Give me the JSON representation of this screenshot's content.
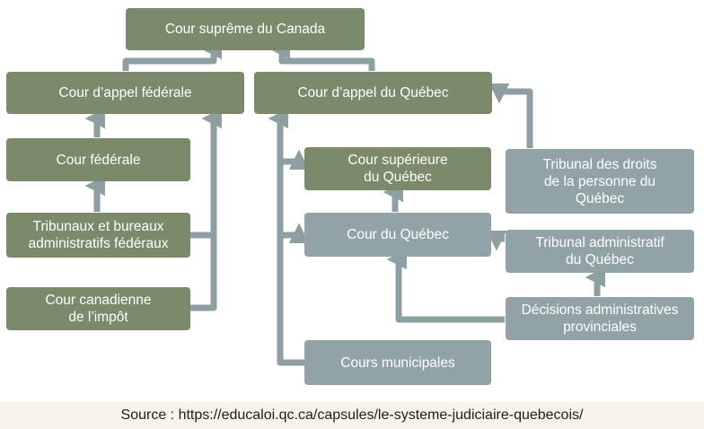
{
  "nodes": {
    "supreme": "Cour suprême du Canada",
    "federal_appeal": "Cour d’appel fédérale",
    "quebec_appeal": "Cour d’appel du Québec",
    "federal_court": "Cour fédérale",
    "superior_court": "Cour supérieure\ndu Québec",
    "rights_tribunal": "Tribunal des droits\nde la personne du\nQuébec",
    "federal_tribunals": "Tribunaux et bureaux\nadministratifs fédéraux",
    "court_of_quebec": "Cour du Québec",
    "admin_tribunal": "Tribunal administratif\ndu Québec",
    "tax_court": "Cour canadienne\nde l’impôt",
    "provincial_decisions": "Décisions administratives\nprovinciales",
    "municipal_courts": "Cours municipales"
  },
  "colors": {
    "dark_box": "#7b8a6a",
    "light_box": "#91a3a6",
    "connector": "#8e9fa1"
  },
  "source": "Source : https://educaloi.qc.ca/capsules/le-systeme-judiciaire-quebecois/"
}
